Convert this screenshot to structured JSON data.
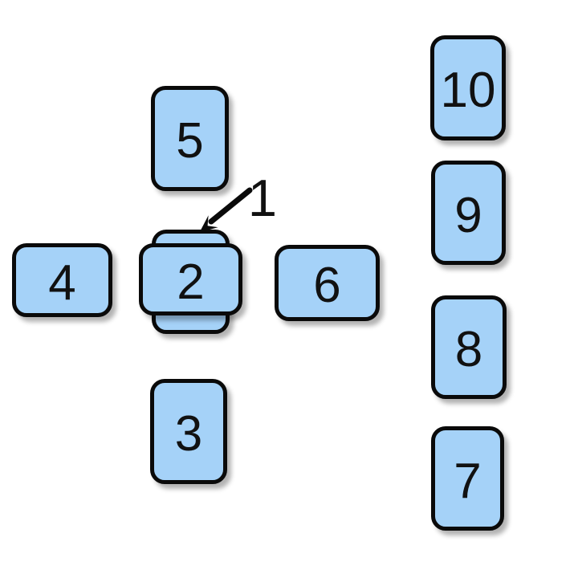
{
  "colors": {
    "background": "#ffffff",
    "card_fill": "#a5d2f8",
    "card_border": "#0a0a0a",
    "card_shadow": "rgba(0,0,0,0.30)",
    "digit_color": "#111111"
  },
  "annotation": {
    "label": "1"
  },
  "cards": {
    "card2": {
      "label": "2"
    },
    "card3": {
      "label": "3"
    },
    "card4": {
      "label": "4"
    },
    "card5": {
      "label": "5"
    },
    "card6": {
      "label": "6"
    },
    "card7": {
      "label": "7"
    },
    "card8": {
      "label": "8"
    },
    "card9": {
      "label": "9"
    },
    "card10": {
      "label": "10"
    }
  }
}
